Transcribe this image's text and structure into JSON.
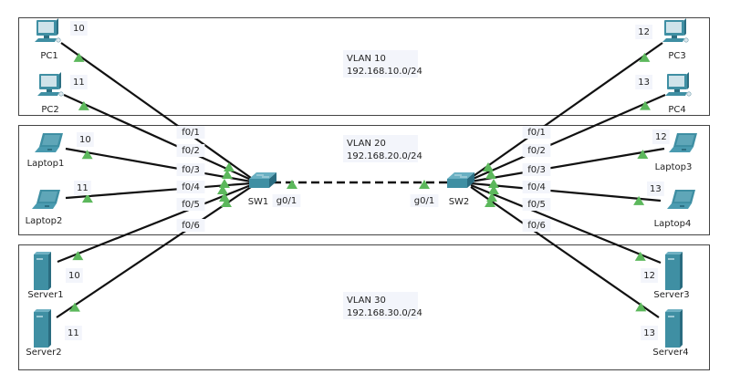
{
  "vlans": [
    {
      "name": "VLAN 10",
      "subnet": "192.168.10.0/24"
    },
    {
      "name": "VLAN 20",
      "subnet": "192.168.20.0/24"
    },
    {
      "name": "VLAN 30",
      "subnet": "192.168.30.0/24"
    }
  ],
  "switches": [
    {
      "id": "SW1",
      "label": "SW1",
      "trunk_port": "g0/1",
      "ports": [
        "f0/1",
        "f0/2",
        "f0/3",
        "f0/4",
        "f0/5",
        "f0/6"
      ]
    },
    {
      "id": "SW2",
      "label": "SW2",
      "trunk_port": "g0/1",
      "ports": [
        "f0/1",
        "f0/2",
        "f0/3",
        "f0/4",
        "f0/5",
        "f0/6"
      ]
    }
  ],
  "devices": [
    {
      "label": "PC1",
      "type": "pc",
      "tag": "10",
      "switch": "SW1",
      "port": "f0/1"
    },
    {
      "label": "PC2",
      "type": "pc",
      "tag": "11",
      "switch": "SW1",
      "port": "f0/2"
    },
    {
      "label": "Laptop1",
      "type": "laptop",
      "tag": "10",
      "switch": "SW1",
      "port": "f0/3"
    },
    {
      "label": "Laptop2",
      "type": "laptop",
      "tag": "11",
      "switch": "SW1",
      "port": "f0/4"
    },
    {
      "label": "Server1",
      "type": "server",
      "tag": "10",
      "switch": "SW1",
      "port": "f0/5"
    },
    {
      "label": "Server2",
      "type": "server",
      "tag": "11",
      "switch": "SW1",
      "port": "f0/6"
    },
    {
      "label": "PC3",
      "type": "pc",
      "tag": "12",
      "switch": "SW2",
      "port": "f0/1"
    },
    {
      "label": "PC4",
      "type": "pc",
      "tag": "13",
      "switch": "SW2",
      "port": "f0/2"
    },
    {
      "label": "Laptop3",
      "type": "laptop",
      "tag": "12",
      "switch": "SW2",
      "port": "f0/3"
    },
    {
      "label": "Laptop4",
      "type": "laptop",
      "tag": "13",
      "switch": "SW2",
      "port": "f0/4"
    },
    {
      "label": "Server3",
      "type": "server",
      "tag": "12",
      "switch": "SW2",
      "port": "f0/5"
    },
    {
      "label": "Server4",
      "type": "server",
      "tag": "13",
      "switch": "SW2",
      "port": "f0/6"
    }
  ],
  "colors": {
    "link_up": "#5cb85c",
    "device": "#3f8fa3",
    "device_light": "#cfe3ea",
    "label_bg": "#f3f5fb"
  }
}
